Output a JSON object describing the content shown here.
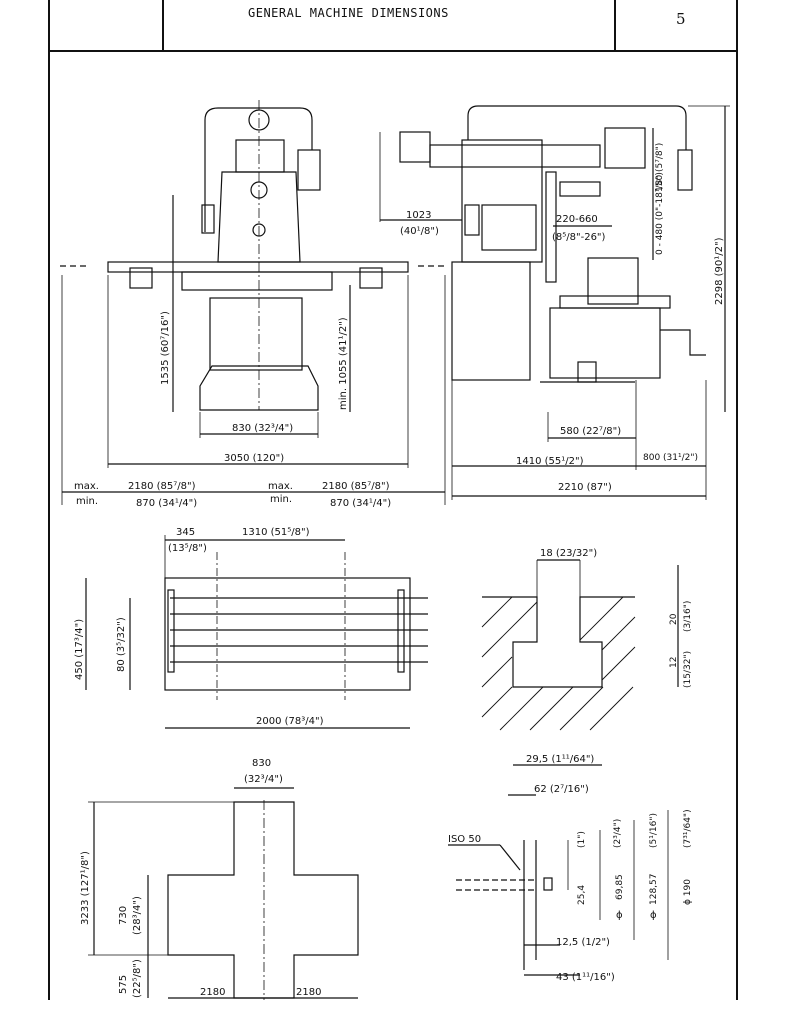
{
  "header": {
    "title": "GENERAL MACHINE DIMENSIONS",
    "page_number": "5"
  },
  "front_view": {
    "height_total": "1535 (60⁷/16\")",
    "height_min": "min. 1055 (41¹/2\")",
    "base_width": "830 (32³/4\")",
    "overall_width": "3050 (120\")",
    "max_label": "max.",
    "min_label": "min.",
    "left_max": "2180 (85⁷/8\")",
    "left_min": "870 (34¹/4\")",
    "right_max_label": "max.",
    "right_min_label": "min.",
    "right_max": "2180 (85⁷/8\")",
    "right_min": "870 (34¹/4\")"
  },
  "side_view": {
    "overhang": "1023",
    "overhang_in": "(40¹/8\")",
    "range": "220-660",
    "range_in": "(8⁵/8\"-26\")",
    "vertical_150": "150 (5⁷/8\")",
    "vertical_range": "0 - 480 (0\"-18⁷/8\")",
    "height_total": "2298 (90¹/2\")",
    "table_depth": "580 (22⁷/8\")",
    "depth_1410": "1410 (55¹/2\")",
    "depth_800": "800 (31¹/2\")",
    "depth_total": "2210 (87\")"
  },
  "table_view": {
    "slot_left": "345",
    "slot_left_in": "(13⁵/8\")",
    "slot_span": "1310 (51⁵/8\")",
    "width_450": "450 (17³/4\")",
    "slot_pitch": "80 (3⁵/32\")",
    "length": "2000 (78³/4\")"
  },
  "tslot_view": {
    "top_width": "18 (23/32\")",
    "depth_20": "20",
    "depth_20_in": "(3/16\")",
    "depth_12": "12",
    "depth_12_in": "(15/32\")",
    "bottom_width": "29,5 (1¹¹/64\")"
  },
  "floor_plan": {
    "top_width": "830",
    "top_width_in": "(32³/4\")",
    "total_depth": "3233 (127¹/8\")",
    "mid_730": "730",
    "mid_730_in": "(28³/4\")",
    "bottom_575": "575",
    "bottom_575_in": "(22⁵/8\")",
    "left_2180": "2180",
    "right_2180": "2180"
  },
  "spindle_view": {
    "iso_label": "ISO 50",
    "top_62": "62 (2⁷/16\")",
    "d_1": "(1\")",
    "d_2": "(2³/4\")",
    "d_3": "(5¹/16\")",
    "d_4": "(7³¹/64\")",
    "v_254": "25,4",
    "v_6985": "69,85",
    "v_12857": "128,57",
    "v_190": "ɸ 190",
    "phi_a": "ɸ",
    "phi_b": "ɸ",
    "bottom_125": "12,5 (1/2\")",
    "bottom_43": "43 (1¹¹/16\")"
  }
}
